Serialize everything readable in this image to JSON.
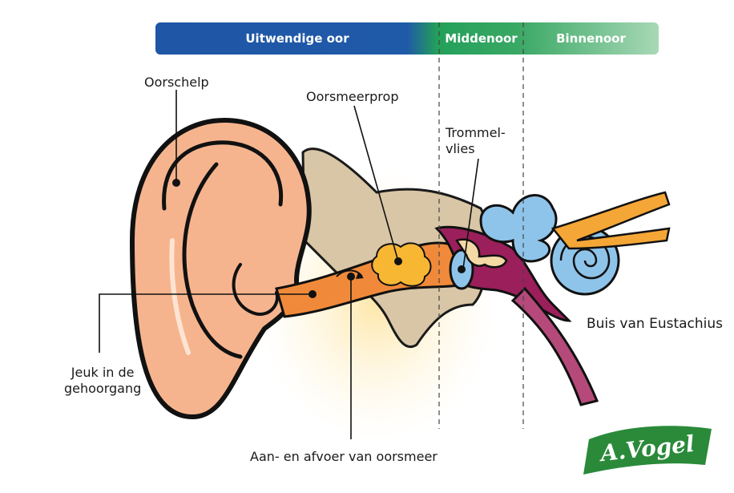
{
  "zones": {
    "outer": "Uitwendige oor",
    "middle": "Middenoor",
    "inner": "Binnenoor"
  },
  "labels": {
    "pinna": "Oorschelp",
    "earwax_plug": "Oorsmeerprop",
    "eardrum": "Trommel-\nvlies",
    "eustachian_tube": "Buis van Eustachius",
    "itch": "Jeuk in de\ngehoorgang",
    "wax_flow": "Aan- en afvoer van oorsmeer"
  },
  "brand": {
    "name": "A.Vogel",
    "color": "#2a8a3a"
  },
  "colors": {
    "bar_blue": "#1f5aa8",
    "bar_green": "#2a9a55",
    "bar_light_green": "#8cc8a0",
    "skin": "#f6b48e",
    "skin_dark": "#ea8c5a",
    "canal": "#f08a3a",
    "wax": "#f7b733",
    "bone": "#d9c7a8",
    "middle_ear": "#9a1f5a",
    "inner_ear": "#8fc4ea",
    "nerve": "#f4a636"
  }
}
